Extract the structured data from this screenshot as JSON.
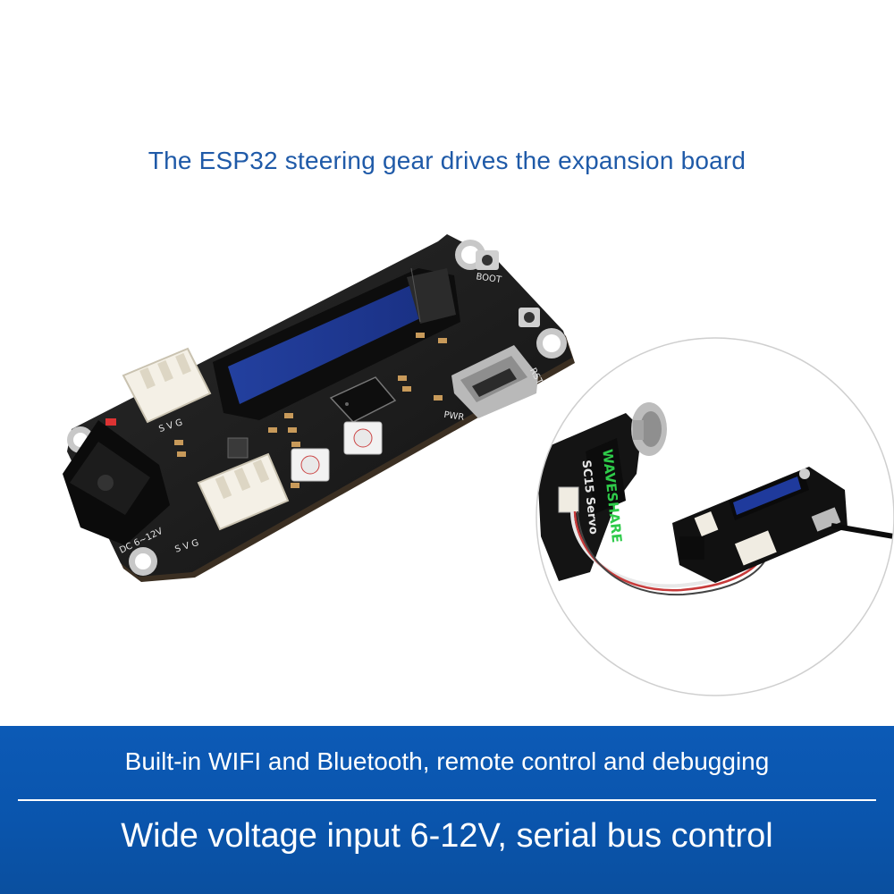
{
  "headline": "The ESP32 steering gear drives the expansion board",
  "board_labels": {
    "boot": "BOOT",
    "rst": "RST",
    "pwr": "PWR",
    "dc": "DC 6~12V",
    "svg_top": "S  V  G",
    "svg_bottom": "S  V  G"
  },
  "servo_labels": {
    "brand": "WAVESHARE",
    "model": "SC15 Servo"
  },
  "banner": {
    "line1": "Built-in WIFI and Bluetooth, remote control and debugging",
    "line2": "Wide voltage input 6-12V, serial bus control"
  },
  "colors": {
    "headline": "#1f5aa8",
    "banner_bg": "#0a55ad",
    "pcb": "#1a1a1a",
    "oled": "#1e3a9c"
  }
}
